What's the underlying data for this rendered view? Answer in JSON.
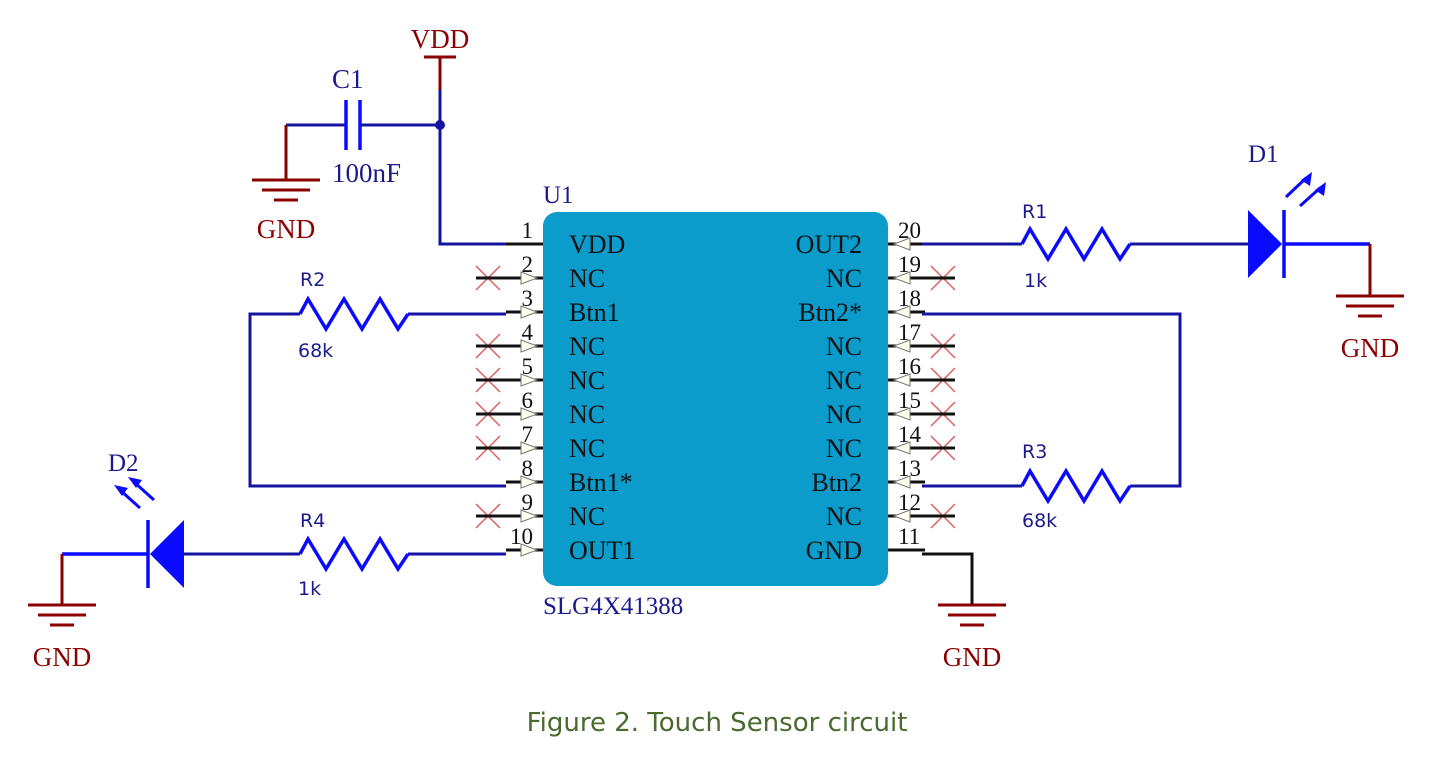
{
  "colors": {
    "chip_fill": "#0b9ccc",
    "wire": "#1414a0",
    "pin": "#111111",
    "power": "#8b0000",
    "component": "#0a0aff",
    "no_connect": "#e06060",
    "caption": "#4a6a2e"
  },
  "chip": {
    "designator": "U1",
    "part": "SLG4X41388",
    "left_pins": [
      {
        "num": "1",
        "name": "VDD"
      },
      {
        "num": "2",
        "name": "NC"
      },
      {
        "num": "3",
        "name": "Btn1"
      },
      {
        "num": "4",
        "name": "NC"
      },
      {
        "num": "5",
        "name": "NC"
      },
      {
        "num": "6",
        "name": "NC"
      },
      {
        "num": "7",
        "name": "NC"
      },
      {
        "num": "8",
        "name": "Btn1*"
      },
      {
        "num": "9",
        "name": "NC"
      },
      {
        "num": "10",
        "name": "OUT1"
      }
    ],
    "right_pins": [
      {
        "num": "20",
        "name": "OUT2"
      },
      {
        "num": "19",
        "name": "NC"
      },
      {
        "num": "18",
        "name": "Btn2*"
      },
      {
        "num": "17",
        "name": "NC"
      },
      {
        "num": "16",
        "name": "NC"
      },
      {
        "num": "15",
        "name": "NC"
      },
      {
        "num": "14",
        "name": "NC"
      },
      {
        "num": "13",
        "name": "Btn2"
      },
      {
        "num": "12",
        "name": "NC"
      },
      {
        "num": "11",
        "name": "GND"
      }
    ]
  },
  "power": {
    "vdd": "VDD",
    "gnd_c1": "GND",
    "gnd_d1": "GND",
    "gnd_d2": "GND",
    "gnd_chip": "GND"
  },
  "components": {
    "c1": {
      "ref": "C1",
      "value": "100nF"
    },
    "r1": {
      "ref": "R1",
      "value": "1k"
    },
    "r2": {
      "ref": "R2",
      "value": "68k"
    },
    "r3": {
      "ref": "R3",
      "value": "68k"
    },
    "r4": {
      "ref": "R4",
      "value": "1k"
    },
    "d1": {
      "ref": "D1"
    },
    "d2": {
      "ref": "D2"
    }
  },
  "caption": "Figure 2. Touch Sensor circuit"
}
